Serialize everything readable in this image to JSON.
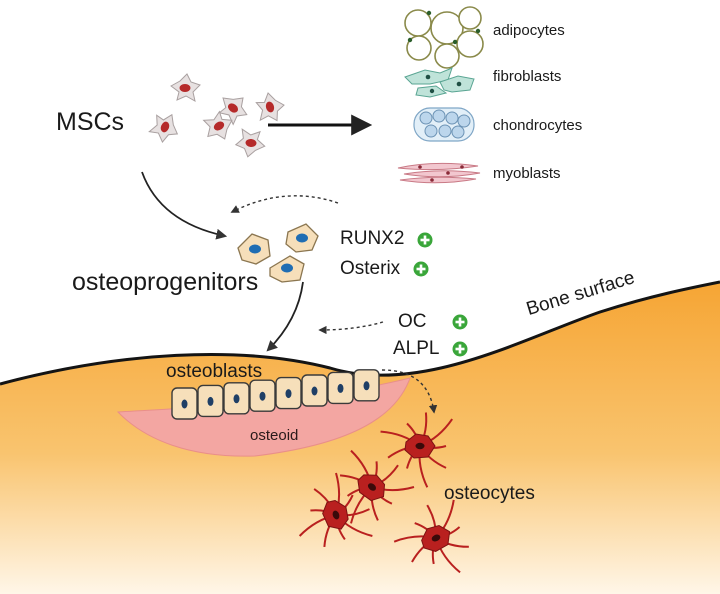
{
  "labels": {
    "mscs": "MSCs",
    "osteoprogenitors": "osteoprogenitors",
    "osteoblasts": "osteoblasts",
    "osteoid": "osteoid",
    "osteocytes": "osteocytes",
    "bone_surface": "Bone surface"
  },
  "fates": [
    {
      "label": "adipocytes",
      "icon": "adipocytes-icon"
    },
    {
      "label": "fibroblasts",
      "icon": "fibroblasts-icon"
    },
    {
      "label": "chondrocytes",
      "icon": "chondrocytes-icon"
    },
    {
      "label": "myoblasts",
      "icon": "myoblasts-icon"
    }
  ],
  "markers_early": [
    "RUNX2",
    "Osterix"
  ],
  "markers_late": [
    "OC",
    "ALPL"
  ],
  "colors": {
    "bone_top": "#f6a534",
    "bone_bottom": "#fff6e8",
    "osteoid": "#f3a6a2",
    "osteoblast": "#f6dfba",
    "osteocyte": "#b9201f",
    "msc_body": "#e7e1e1",
    "msc_nucleus": "#b52a2a",
    "progenitor_nucleus": "#1f6db3",
    "plus": "#3aa63a"
  }
}
